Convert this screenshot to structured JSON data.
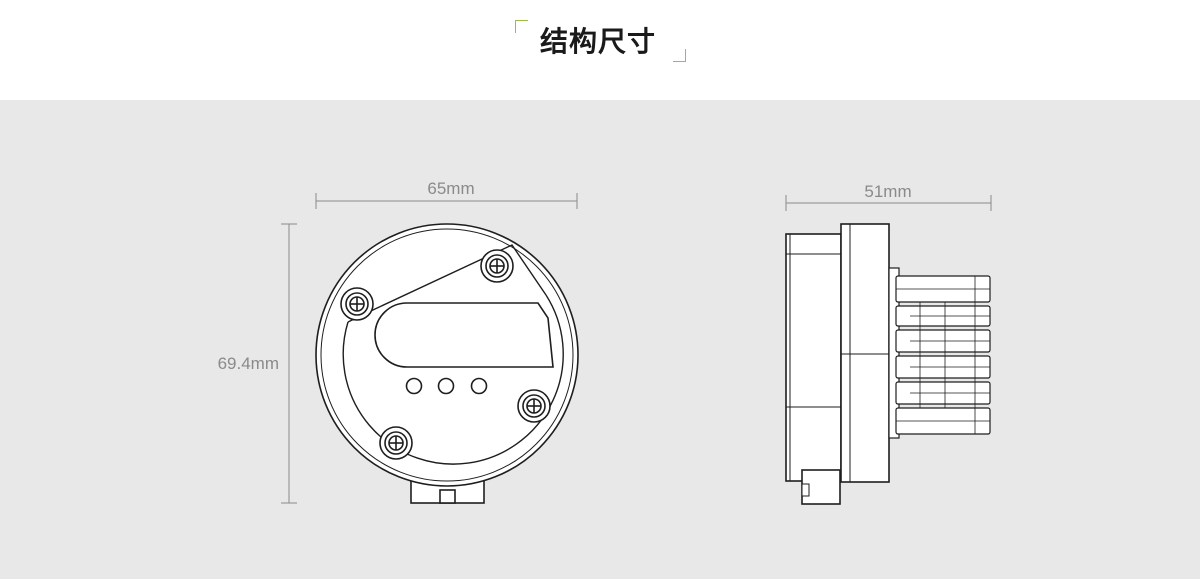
{
  "header": {
    "title": "结构尺寸"
  },
  "dimensions": {
    "front_width": "65mm",
    "front_height": "69.4mm",
    "side_width": "51mm"
  },
  "colors": {
    "accent": "#9bbb4a",
    "panel_background": "#e8e8e8",
    "dimension_line": "#8a8a8a",
    "drawing_stroke": "#1e1e1e",
    "drawing_fill": "#ffffff"
  }
}
